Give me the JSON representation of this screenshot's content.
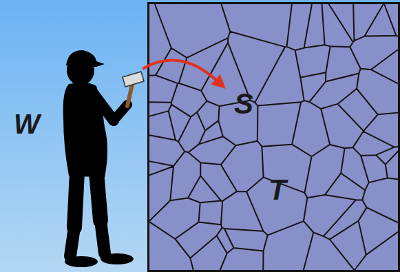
{
  "diagram": {
    "nodes": [
      {
        "text": [
          "S",
          "T"
        ]
      }
    ],
    "labels": [
      "W"
    ]
  }
}
